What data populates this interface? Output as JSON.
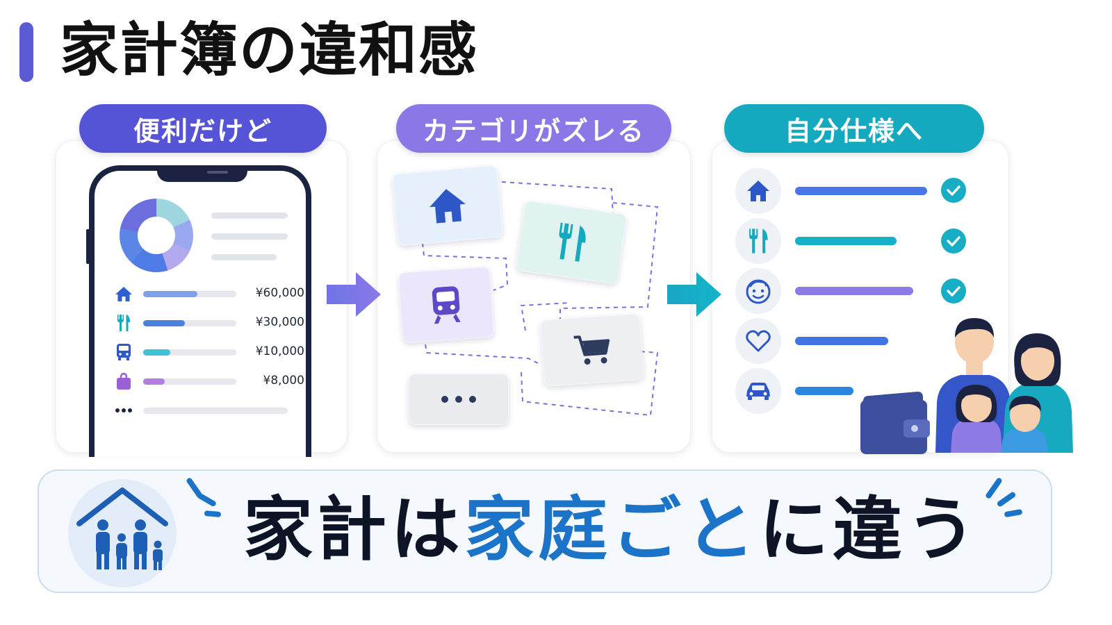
{
  "title": "家計簿の違和感",
  "steps": {
    "step1": {
      "label": "便利だけど",
      "color": "#5654d6"
    },
    "step2": {
      "label": "カテゴリがズレる",
      "color": "#8b78e6"
    },
    "step3": {
      "label": "自分仕様へ",
      "color": "#14a9bf"
    }
  },
  "expenses": [
    {
      "icon": "house-icon",
      "amount": "¥60,000",
      "level": 0.58,
      "color": "#7f9fe8"
    },
    {
      "icon": "fork-knife-icon",
      "amount": "¥30,000",
      "level": 0.45,
      "color": "#4d7fe0"
    },
    {
      "icon": "bus-icon",
      "amount": "¥10,000",
      "level": 0.29,
      "color": "#3fc2d6"
    },
    {
      "icon": "shopping-bag-icon",
      "amount": "¥8,000",
      "level": 0.23,
      "color": "#b07fe0"
    }
  ],
  "more_icon": "ellipsis-icon",
  "category_cards": [
    "house-icon",
    "fork-knife-icon",
    "train-icon",
    "cart-icon",
    "ellipsis-icon"
  ],
  "custom_categories": [
    {
      "icon": "house-icon",
      "checked": true,
      "color": "#4876e6"
    },
    {
      "icon": "fork-knife-icon",
      "checked": true,
      "color": "#16b0c8"
    },
    {
      "icon": "smiley-face-icon",
      "checked": true,
      "color": "#8c7ae6"
    },
    {
      "icon": "heart-icon",
      "checked": false,
      "color": "#3f74e2"
    },
    {
      "icon": "car-icon",
      "checked": false,
      "color": "#2a86de"
    }
  ],
  "banner": {
    "text_part1": "家計は",
    "text_part2": "家庭ごと",
    "text_part3": "に違う",
    "highlight_color": "#1c74c9"
  }
}
